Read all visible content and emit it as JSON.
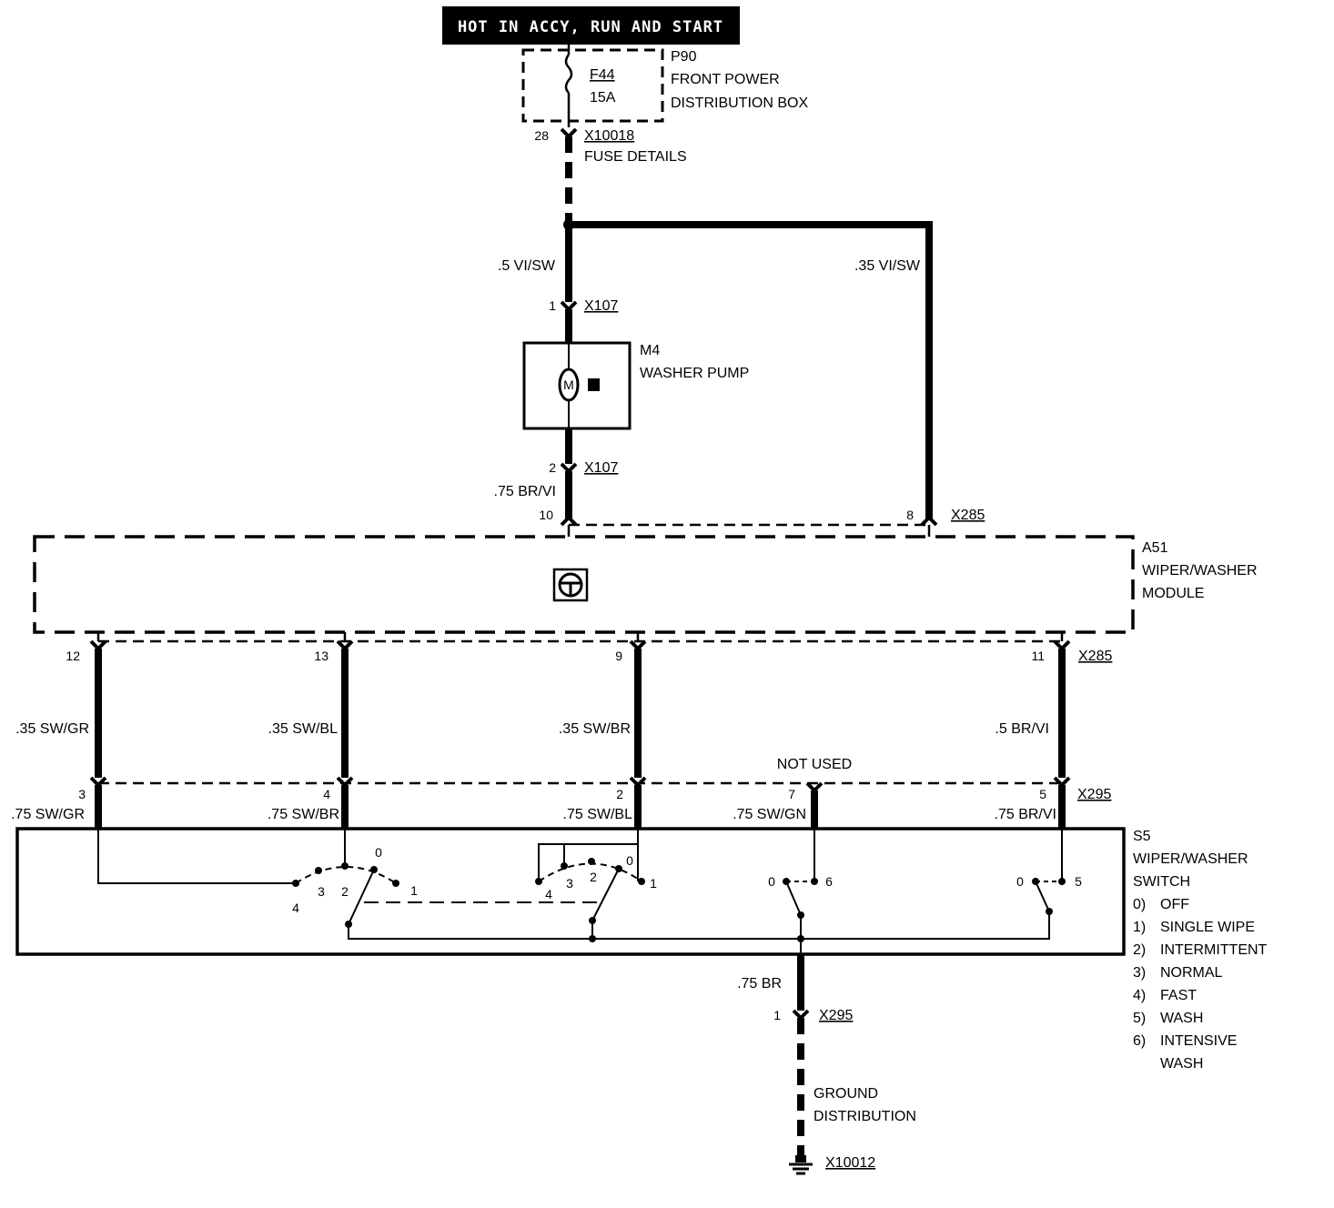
{
  "header": "HOT IN ACCY, RUN AND START",
  "fuse_box": {
    "code": "P90",
    "name1": "FRONT POWER",
    "name2": "DISTRIBUTION BOX",
    "fuse": "F44",
    "rating": "15A"
  },
  "fuse_conn": {
    "pin": "28",
    "connector": "X10018",
    "details": "FUSE DETAILS"
  },
  "wires": {
    "w_05_visw": ".5 VI/SW",
    "w_035_visw": ".35 VI/SW",
    "w_075_brvi_top": ".75 BR/VI",
    "w_035_swgr": ".35 SW/GR",
    "w_035_swbl": ".35 SW/BL",
    "w_035_swbr": ".35 SW/BR",
    "w_05_brvi": ".5 BR/VI",
    "w_075_swgr": ".75 SW/GR",
    "w_075_swbr": ".75 SW/BR",
    "w_075_swbl": ".75 SW/BL",
    "w_075_swgn": ".75 SW/GN",
    "w_075_brvi": ".75 BR/VI",
    "w_075_br": ".75 BR"
  },
  "pump": {
    "code": "M4",
    "name": "WASHER PUMP",
    "conn": "X107",
    "pin_top": "1",
    "pin_bottom": "2",
    "motor_label": "M"
  },
  "module": {
    "code": "A51",
    "name1": "WIPER/WASHER",
    "name2": "MODULE",
    "conn": "X285",
    "pins_top": [
      "10",
      "8"
    ],
    "pins_bottom": [
      "12",
      "13",
      "9",
      "11"
    ]
  },
  "switch": {
    "code": "S5",
    "name1": "WIPER/WASHER",
    "name2": "SWITCH",
    "conn": "X295",
    "pins": [
      "3",
      "4",
      "2",
      "7",
      "5"
    ],
    "not_used": "NOT USED",
    "sw1_labels": [
      "0",
      "4",
      "3",
      "2",
      "1"
    ],
    "sw2_labels": [
      "0",
      "4",
      "3",
      "2",
      "1"
    ],
    "sw3_labels": [
      "0",
      "6"
    ],
    "sw4_labels": [
      "0",
      "5"
    ]
  },
  "legend": [
    {
      "n": "0)",
      "t": "OFF"
    },
    {
      "n": "1)",
      "t": "SINGLE WIPE"
    },
    {
      "n": "2)",
      "t": "INTERMITTENT"
    },
    {
      "n": "3)",
      "t": "NORMAL"
    },
    {
      "n": "4)",
      "t": "FAST"
    },
    {
      "n": "5)",
      "t": "WASH"
    },
    {
      "n": "6)",
      "t": "INTENSIVE"
    },
    {
      "n": "",
      "t": "WASH"
    }
  ],
  "ground": {
    "pin": "1",
    "conn": "X295",
    "name1": "GROUND",
    "name2": "DISTRIBUTION",
    "gconn": "X10012"
  }
}
